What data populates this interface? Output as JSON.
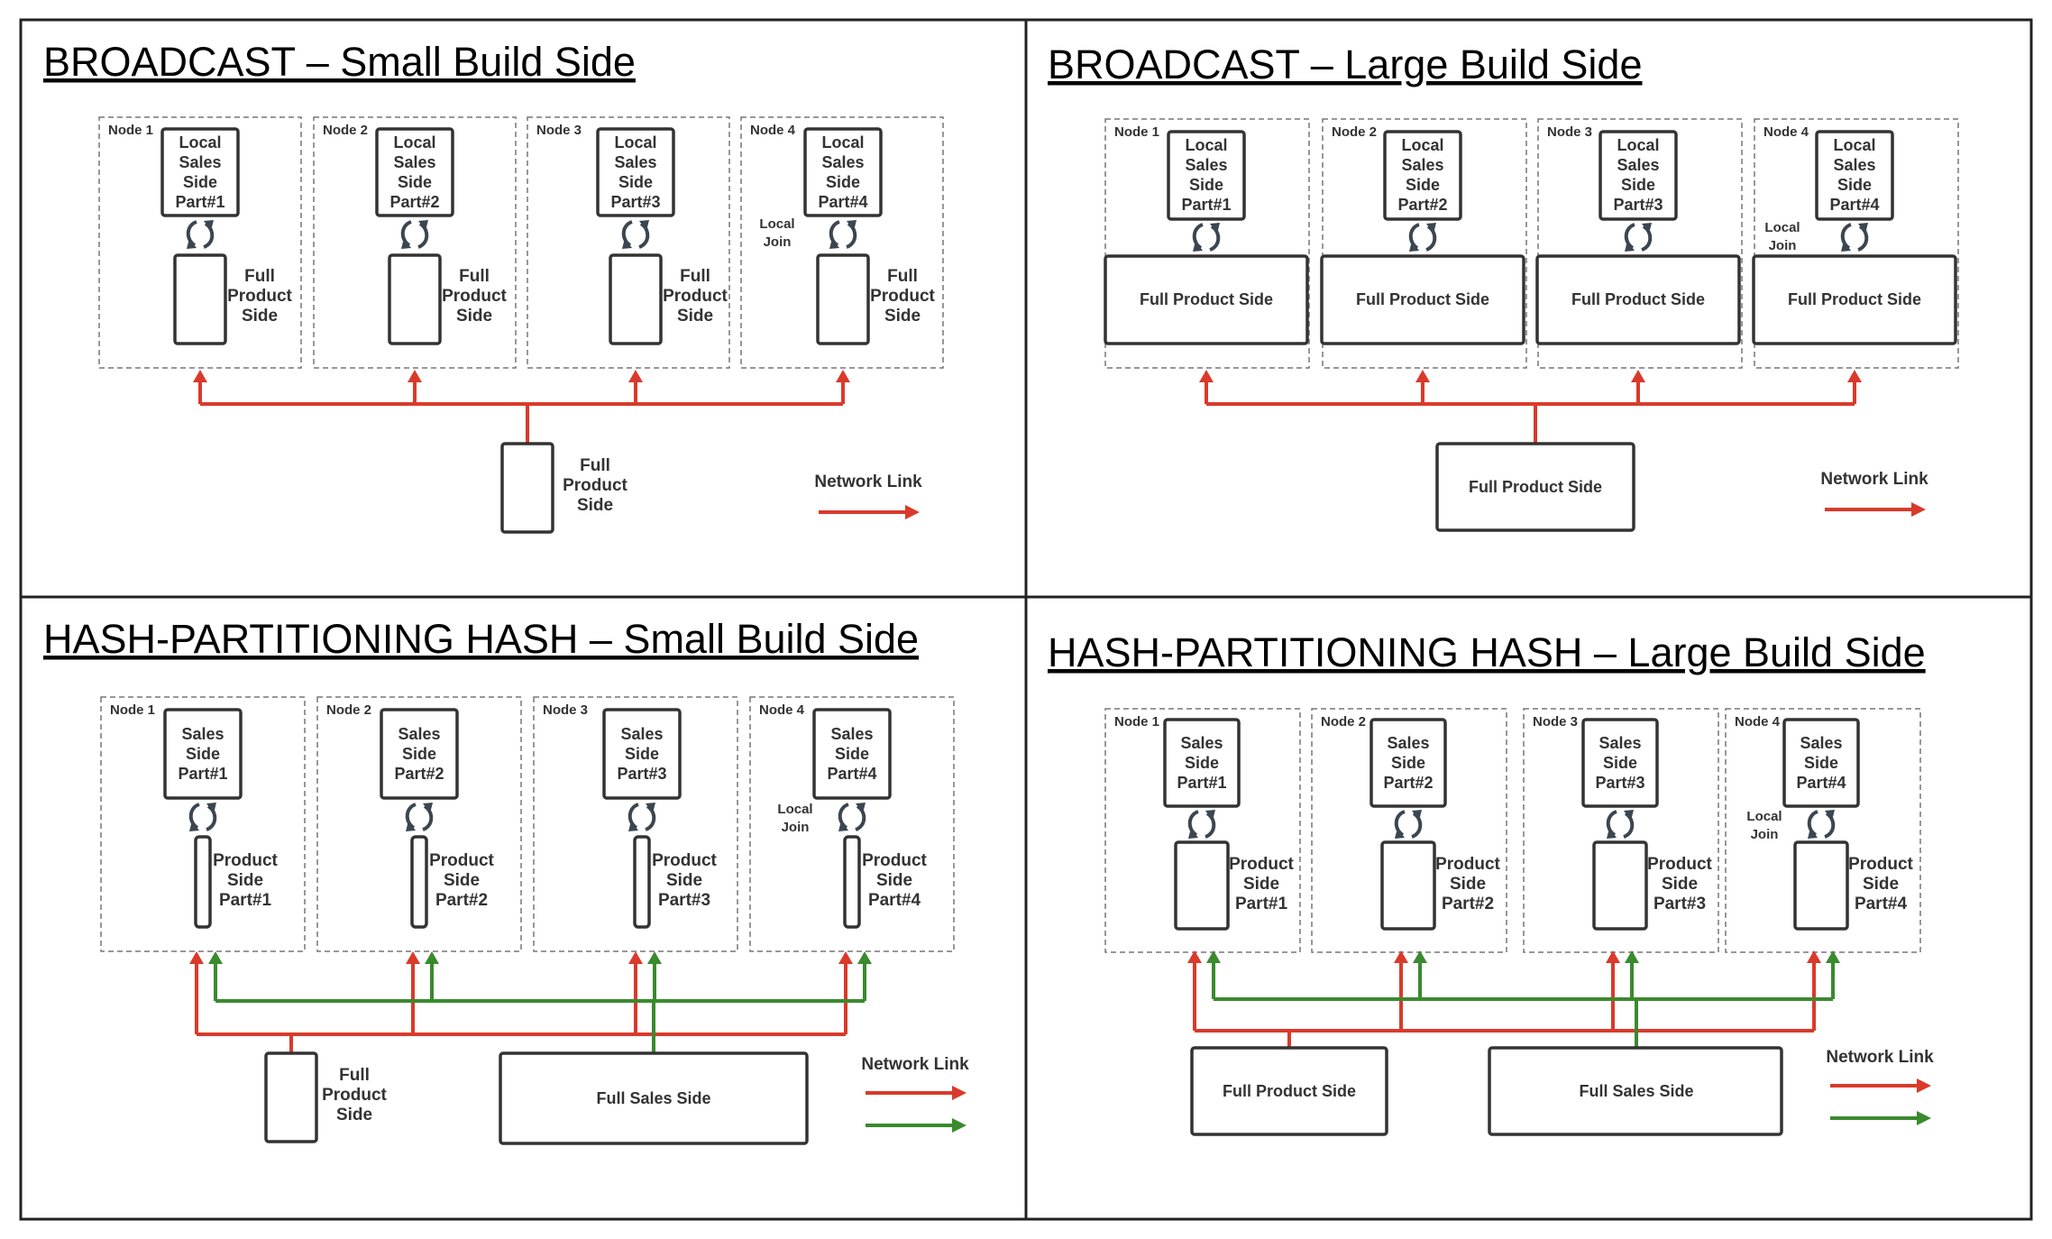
{
  "colors": {
    "red": "#d93a2b",
    "green": "#3a8a2e",
    "box": "#333333",
    "dash": "#777777"
  },
  "icons": {
    "join": "bidirectional-arrows-icon"
  },
  "nodes": [
    "Node 1",
    "Node 2",
    "Node 3",
    "Node 4"
  ],
  "local_join": [
    "Local",
    "Join"
  ],
  "legend": "Network Link",
  "panels": [
    {
      "title": "BROADCAST – Small Build Side",
      "top_boxes": [
        [
          "Local",
          "Sales",
          "Side",
          "Part#1"
        ],
        [
          "Local",
          "Sales",
          "Side",
          "Part#2"
        ],
        [
          "Local",
          "Sales",
          "Side",
          "Part#3"
        ],
        [
          "Local",
          "Sales",
          "Side",
          "Part#4"
        ]
      ],
      "bottom_label": [
        "Full",
        "Product",
        "Side"
      ],
      "source_boxes": [
        {
          "lines": [
            "Full",
            "Product",
            "Side"
          ]
        }
      ]
    },
    {
      "title": "BROADCAST – Large Build Side",
      "top_boxes": [
        [
          "Local",
          "Sales",
          "Side",
          "Part#1"
        ],
        [
          "Local",
          "Sales",
          "Side",
          "Part#2"
        ],
        [
          "Local",
          "Sales",
          "Side",
          "Part#3"
        ],
        [
          "Local",
          "Sales",
          "Side",
          "Part#4"
        ]
      ],
      "bottom_label": [
        "Full Product Side"
      ],
      "source_boxes": [
        {
          "lines": [
            "Full Product Side"
          ]
        }
      ]
    },
    {
      "title": "HASH-PARTITIONING HASH – Small Build Side",
      "top_boxes": [
        [
          "Sales",
          "Side",
          "Part#1"
        ],
        [
          "Sales",
          "Side",
          "Part#2"
        ],
        [
          "Sales",
          "Side",
          "Part#3"
        ],
        [
          "Sales",
          "Side",
          "Part#4"
        ]
      ],
      "bottom_labels": [
        [
          "Product",
          "Side",
          "Part#1"
        ],
        [
          "Product",
          "Side",
          "Part#2"
        ],
        [
          "Product",
          "Side",
          "Part#3"
        ],
        [
          "Product",
          "Side",
          "Part#4"
        ]
      ],
      "source_boxes": [
        {
          "lines": [
            "Full",
            "Product",
            "Side"
          ]
        },
        {
          "lines": [
            "Full Sales Side"
          ]
        }
      ]
    },
    {
      "title": "HASH-PARTITIONING HASH – Large Build Side",
      "top_boxes": [
        [
          "Sales",
          "Side",
          "Part#1"
        ],
        [
          "Sales",
          "Side",
          "Part#2"
        ],
        [
          "Sales",
          "Side",
          "Part#3"
        ],
        [
          "Sales",
          "Side",
          "Part#4"
        ]
      ],
      "bottom_labels": [
        [
          "Product",
          "Side",
          "Part#1"
        ],
        [
          "Product",
          "Side",
          "Part#2"
        ],
        [
          "Product",
          "Side",
          "Part#3"
        ],
        [
          "Product",
          "Side",
          "Part#4"
        ]
      ],
      "source_boxes": [
        {
          "lines": [
            "Full Product Side"
          ]
        },
        {
          "lines": [
            "Full Sales Side"
          ]
        }
      ]
    }
  ]
}
